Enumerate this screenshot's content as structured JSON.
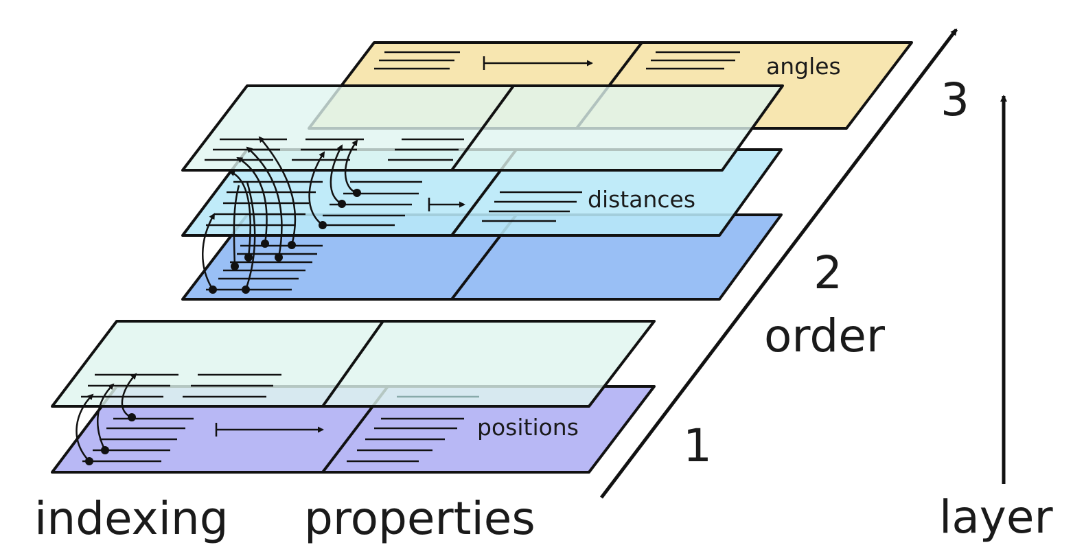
{
  "labels": {
    "indexing": "indexing",
    "properties": "properties",
    "positions": "positions",
    "distances": "distances",
    "angles": "angles",
    "order": "order",
    "layer": "layer",
    "order_1": "1",
    "order_2": "2",
    "order_3": "3"
  },
  "colors": {
    "angles_plane": "#f7e6b0",
    "index_plane": "#dff5ef",
    "distances_plane": "#b7e8f8",
    "lower_blue_plane": "#99bff5",
    "positions_plane": "#b8b8f5",
    "stroke": "#111111"
  }
}
